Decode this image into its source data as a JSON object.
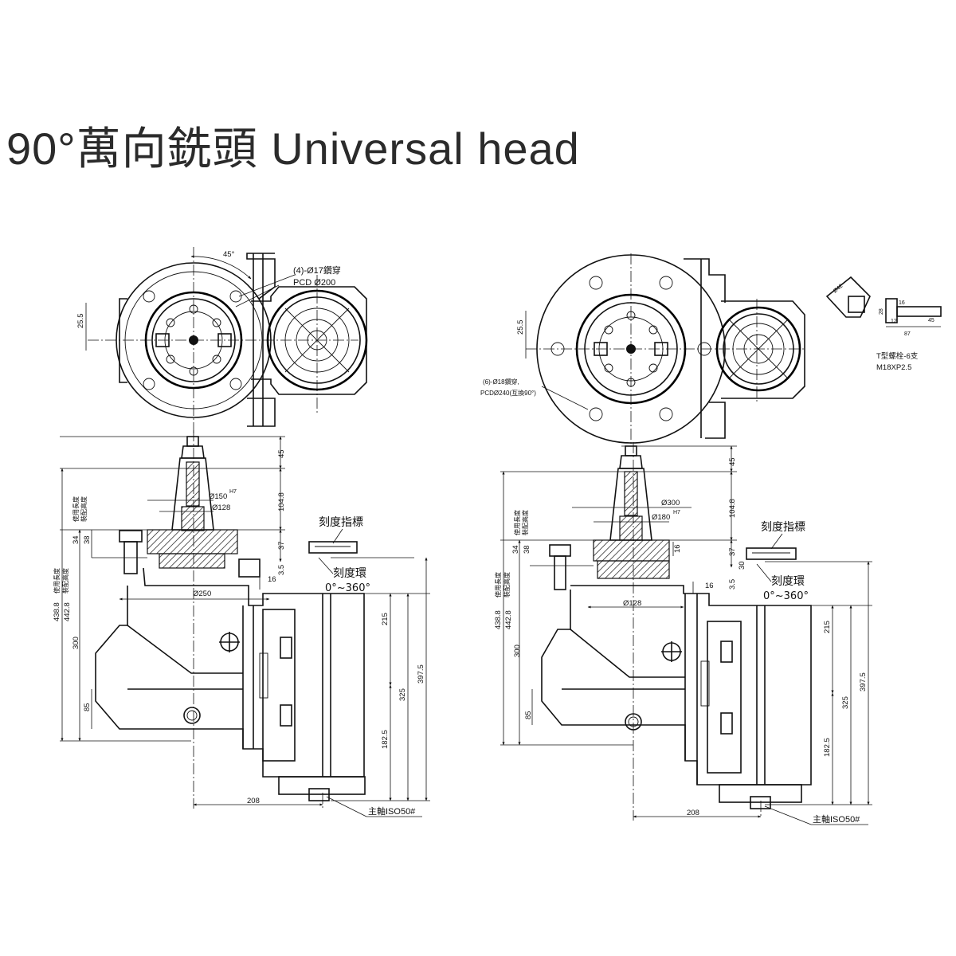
{
  "title": "90°萬向銑頭 Universal head",
  "left": {
    "angle": "45°",
    "bolt_holes": "(4)-Ø17鑽穿",
    "pcd": "PCD Ø200",
    "offset_top": "25.5",
    "dim_45": "45",
    "dim_104_8": "104.8",
    "dia_150": "Ø150",
    "dia_128": "Ø128",
    "h7": "H7",
    "dim_34": "34",
    "dim_38": "38",
    "dim_37": "37",
    "dim_3_5": "3.5",
    "dim_16": "16",
    "dia_250": "Ø250",
    "side_label_1": "使用長度",
    "side_label_2": "裝配高度",
    "dim_438_8": "438.8",
    "dim_442_8": "442.8",
    "dim_300": "300",
    "dim_85": "85",
    "dim_215": "215",
    "dim_325": "325",
    "dim_397_5": "397.5",
    "dim_182_5": "182.5",
    "dim_208": "208",
    "scale_indicator": "刻度指標",
    "scale_ring": "刻度環",
    "scale_range": "0°~360°",
    "spindle": "主軸ISO50#"
  },
  "right": {
    "offset_top": "25.5",
    "bolt_holes": "(6)-Ø18鑽穿,",
    "pcd": "PCDØ240(互換90°)",
    "tslot_size_1": "Ø42",
    "tslot_size_2": "28",
    "tslot_size_3": "16",
    "tslot_size_4": "12",
    "tslot_size_5": "87",
    "tslot_size_6": "45",
    "tslot_name": "T型螺栓-6支",
    "tslot_thread": "M18XP2.5",
    "dim_45": "45",
    "dim_104_8": "104.8",
    "dia_300": "Ø300",
    "dia_180": "Ø180",
    "h7": "H7",
    "dim_34": "34",
    "dim_38": "38",
    "dim_37": "37",
    "dim_16a": "16",
    "dim_30": "30",
    "dim_3_5": "3.5",
    "dim_16": "16",
    "dia_128": "Ø128",
    "side_label_1": "使用長度",
    "side_label_2": "裝配高度",
    "dim_438_8": "438.8",
    "dim_442_8": "442.8",
    "dim_300": "300",
    "dim_85": "85",
    "dim_215": "215",
    "dim_325": "325",
    "dim_397_5": "397.5",
    "dim_182_5": "182.5",
    "dim_208": "208",
    "scale_indicator": "刻度指標",
    "scale_ring": "刻度環",
    "scale_range": "0°~360°",
    "spindle": "主軸ISO50#"
  }
}
